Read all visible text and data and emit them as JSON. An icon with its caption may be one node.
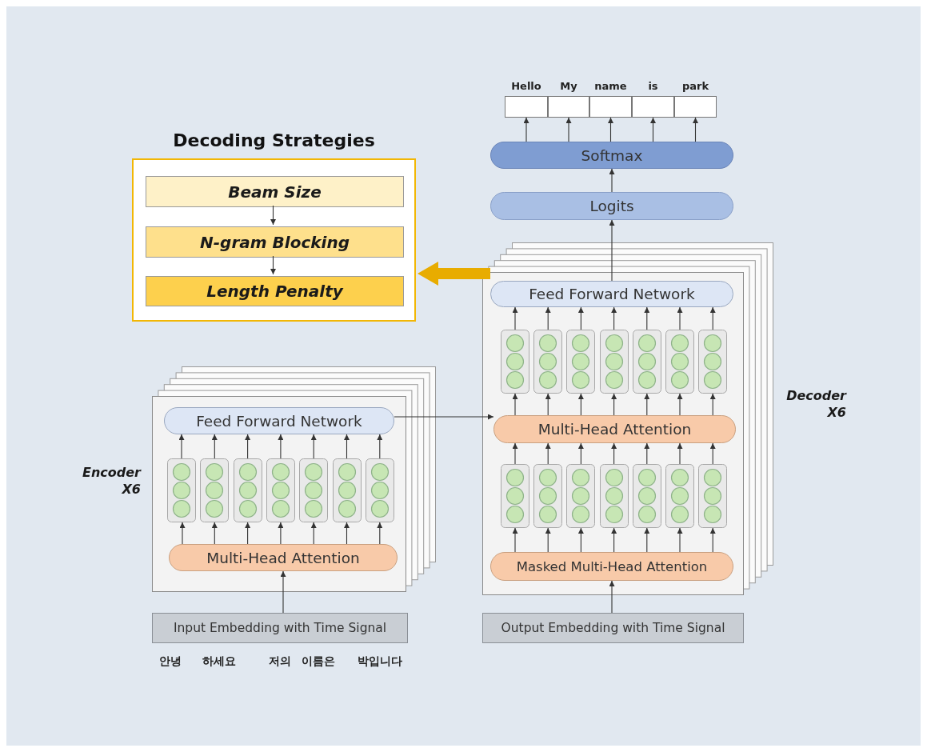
{
  "diagram": {
    "nodes": [
      {
        "text": [
          "Decoding Strategies"
        ]
      },
      {
        "text": [
          "Beam Size"
        ],
        "in": 0
      },
      {
        "text": [
          "N-gram Blocking"
        ],
        "in": 0
      },
      {
        "text": [
          "Length Penalty"
        ],
        "in": 0
      },
      {
        "text": [
          "Hello"
        ]
      },
      {
        "text": [
          "My"
        ]
      },
      {
        "text": [
          "name"
        ]
      },
      {
        "text": [
          "is"
        ]
      },
      {
        "text": [
          "park"
        ]
      },
      {
        "text": [
          "Softmax"
        ]
      },
      {
        "text": [
          "Logits"
        ]
      },
      {
        "text": [],
        "shape": "box",
        "beside": [
          "Decoder X6"
        ]
      },
      {
        "text": [
          "Feed Forward Network"
        ],
        "in": 11
      },
      {
        "text": [],
        "shape": "box",
        "in": 11
      },
      {
        "text": [],
        "shape": "box",
        "in": 11
      },
      {
        "text": [],
        "shape": "box",
        "in": 11
      },
      {
        "text": [],
        "shape": "box",
        "in": 11
      },
      {
        "text": [],
        "shape": "box",
        "in": 11
      },
      {
        "text": [],
        "shape": "box",
        "in": 11
      },
      {
        "text": [],
        "shape": "box",
        "in": 11
      },
      {
        "text": [
          "Multi-Head Attention"
        ],
        "in": 11
      },
      {
        "text": [],
        "shape": "box",
        "in": 11
      },
      {
        "text": [],
        "shape": "box",
        "in": 11
      },
      {
        "text": [],
        "shape": "box",
        "in": 11
      },
      {
        "text": [],
        "shape": "box",
        "in": 11
      },
      {
        "text": [],
        "shape": "box",
        "in": 11
      },
      {
        "text": [],
        "shape": "box",
        "in": 11
      },
      {
        "text": [],
        "shape": "box",
        "in": 11
      },
      {
        "text": [
          "Masked Multi-Head Attention"
        ],
        "in": 11
      },
      {
        "text": [],
        "shape": "box",
        "beside": [
          "Encoder X6"
        ]
      },
      {
        "text": [
          "Feed Forward Network"
        ],
        "in": 29
      },
      {
        "text": [],
        "shape": "box",
        "in": 29
      },
      {
        "text": [],
        "shape": "box",
        "in": 29
      },
      {
        "text": [],
        "shape": "box",
        "in": 29
      },
      {
        "text": [],
        "shape": "box",
        "in": 29
      },
      {
        "text": [],
        "shape": "box",
        "in": 29
      },
      {
        "text": [],
        "shape": "box",
        "in": 29
      },
      {
        "text": [],
        "shape": "box",
        "in": 29
      },
      {
        "text": [
          "Multi-Head Attention"
        ],
        "in": 29
      },
      {
        "text": [
          "Input Embedding with Time Signal"
        ]
      },
      {
        "text": [
          "Output Embedding with Time Signal"
        ]
      }
    ],
    "edges": [
      {
        "from": 1,
        "to": 2,
        "arrow": "to"
      },
      {
        "from": 2,
        "to": 3,
        "arrow": "to"
      },
      {
        "from": 11,
        "to": 0,
        "arrow": "to",
        "style": "thick",
        "color": "#e8ac00"
      },
      {
        "from": 9,
        "to": 4,
        "arrow": "to"
      },
      {
        "from": 9,
        "to": 5,
        "arrow": "to"
      },
      {
        "from": 9,
        "to": 6,
        "arrow": "to"
      },
      {
        "from": 9,
        "to": 7,
        "arrow": "to"
      },
      {
        "from": 9,
        "to": 8,
        "arrow": "to"
      },
      {
        "from": 10,
        "to": 9,
        "arrow": "to"
      },
      {
        "from": 12,
        "to": 10,
        "arrow": "to"
      },
      {
        "from": 13,
        "to": 12,
        "arrow": "to"
      },
      {
        "from": 14,
        "to": 12,
        "arrow": "to"
      },
      {
        "from": 15,
        "to": 12,
        "arrow": "to"
      },
      {
        "from": 16,
        "to": 12,
        "arrow": "to"
      },
      {
        "from": 17,
        "to": 12,
        "arrow": "to"
      },
      {
        "from": 18,
        "to": 12,
        "arrow": "to"
      },
      {
        "from": 19,
        "to": 12,
        "arrow": "to"
      },
      {
        "from": 20,
        "to": 13,
        "arrow": "to"
      },
      {
        "from": 20,
        "to": 14,
        "arrow": "to"
      },
      {
        "from": 20,
        "to": 15,
        "arrow": "to"
      },
      {
        "from": 20,
        "to": 16,
        "arrow": "to"
      },
      {
        "from": 20,
        "to": 17,
        "arrow": "to"
      },
      {
        "from": 20,
        "to": 18,
        "arrow": "to"
      },
      {
        "from": 20,
        "to": 19,
        "arrow": "to"
      },
      {
        "from": 21,
        "to": 20,
        "arrow": "to"
      },
      {
        "from": 22,
        "to": 20,
        "arrow": "to"
      },
      {
        "from": 23,
        "to": 20,
        "arrow": "to"
      },
      {
        "from": 24,
        "to": 20,
        "arrow": "to"
      },
      {
        "from": 25,
        "to": 20,
        "arrow": "to"
      },
      {
        "from": 26,
        "to": 20,
        "arrow": "to"
      },
      {
        "from": 27,
        "to": 20,
        "arrow": "to"
      },
      {
        "from": 28,
        "to": 21,
        "arrow": "to"
      },
      {
        "from": 28,
        "to": 22,
        "arrow": "to"
      },
      {
        "from": 28,
        "to": 23,
        "arrow": "to"
      },
      {
        "from": 28,
        "to": 24,
        "arrow": "to"
      },
      {
        "from": 28,
        "to": 25,
        "arrow": "to"
      },
      {
        "from": 28,
        "to": 26,
        "arrow": "to"
      },
      {
        "from": 28,
        "to": 27,
        "arrow": "to"
      },
      {
        "from": 40,
        "to": 28,
        "arrow": "to"
      },
      {
        "from": 31,
        "to": 30,
        "arrow": "to"
      },
      {
        "from": 32,
        "to": 30,
        "arrow": "to"
      },
      {
        "from": 33,
        "to": 30,
        "arrow": "to"
      },
      {
        "from": 34,
        "to": 30,
        "arrow": "to"
      },
      {
        "from": 35,
        "to": 30,
        "arrow": "to"
      },
      {
        "from": 36,
        "to": 30,
        "arrow": "to"
      },
      {
        "from": 37,
        "to": 30,
        "arrow": "to"
      },
      {
        "from": 38,
        "to": 31,
        "arrow": "to"
      },
      {
        "from": 38,
        "to": 32,
        "arrow": "to"
      },
      {
        "from": 38,
        "to": 33,
        "arrow": "to"
      },
      {
        "from": 38,
        "to": 34,
        "arrow": "to"
      },
      {
        "from": 38,
        "to": 35,
        "arrow": "to"
      },
      {
        "from": 38,
        "to": 36,
        "arrow": "to"
      },
      {
        "from": 38,
        "to": 37,
        "arrow": "to"
      },
      {
        "from": 39,
        "to": 38,
        "arrow": "to"
      },
      {
        "from": 30,
        "to": 20,
        "arrow": "to"
      }
    ],
    "labels": [
      "안녕",
      "하세요",
      "저의",
      "이름은",
      "박입니다"
    ]
  }
}
